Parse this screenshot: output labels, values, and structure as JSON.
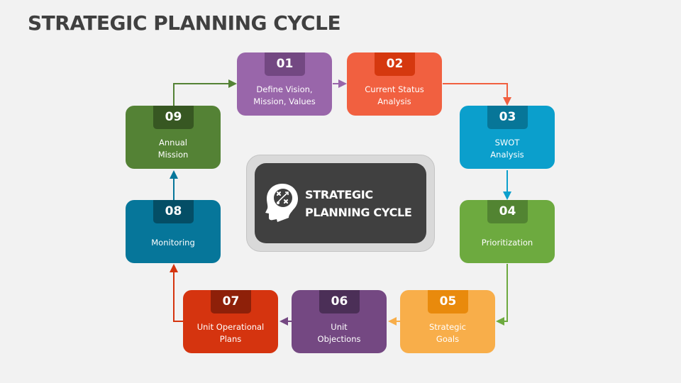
{
  "title": "STRATEGIC PLANNING CYCLE",
  "center": {
    "icon": "head-strategy-icon",
    "line1": "STRATEGIC",
    "line2": "PLANNING CYCLE"
  },
  "steps": [
    {
      "number": "01",
      "line1": "Define Vision,",
      "line2": "Mission, Values",
      "color": "#9966aa",
      "badge_color": "#734882"
    },
    {
      "number": "02",
      "line1": "Current Status",
      "line2": "Analysis",
      "color": "#f16040",
      "badge_color": "#d5380f"
    },
    {
      "number": "03",
      "line1": "SWOT",
      "line2": "Analysis",
      "color": "#0b9fcc",
      "badge_color": "#077698"
    },
    {
      "number": "04",
      "line1": "Prioritization",
      "line2": "",
      "color": "#6daa3f",
      "badge_color": "#528432"
    },
    {
      "number": "05",
      "line1": "Strategic",
      "line2": "Goals",
      "color": "#f8ae4a",
      "badge_color": "#e98a0c"
    },
    {
      "number": "06",
      "line1": "Unit",
      "line2": "Objections",
      "color": "#744882",
      "badge_color": "#4b2f57"
    },
    {
      "number": "07",
      "line1": "Unit Operational",
      "line2": "Plans",
      "color": "#d5340f",
      "badge_color": "#8e2009"
    },
    {
      "number": "08",
      "line1": "Monitoring",
      "line2": "",
      "color": "#06769a",
      "badge_color": "#044e66"
    },
    {
      "number": "09",
      "line1": "Annual",
      "line2": "Mission",
      "color": "#548235",
      "badge_color": "#375722"
    }
  ]
}
